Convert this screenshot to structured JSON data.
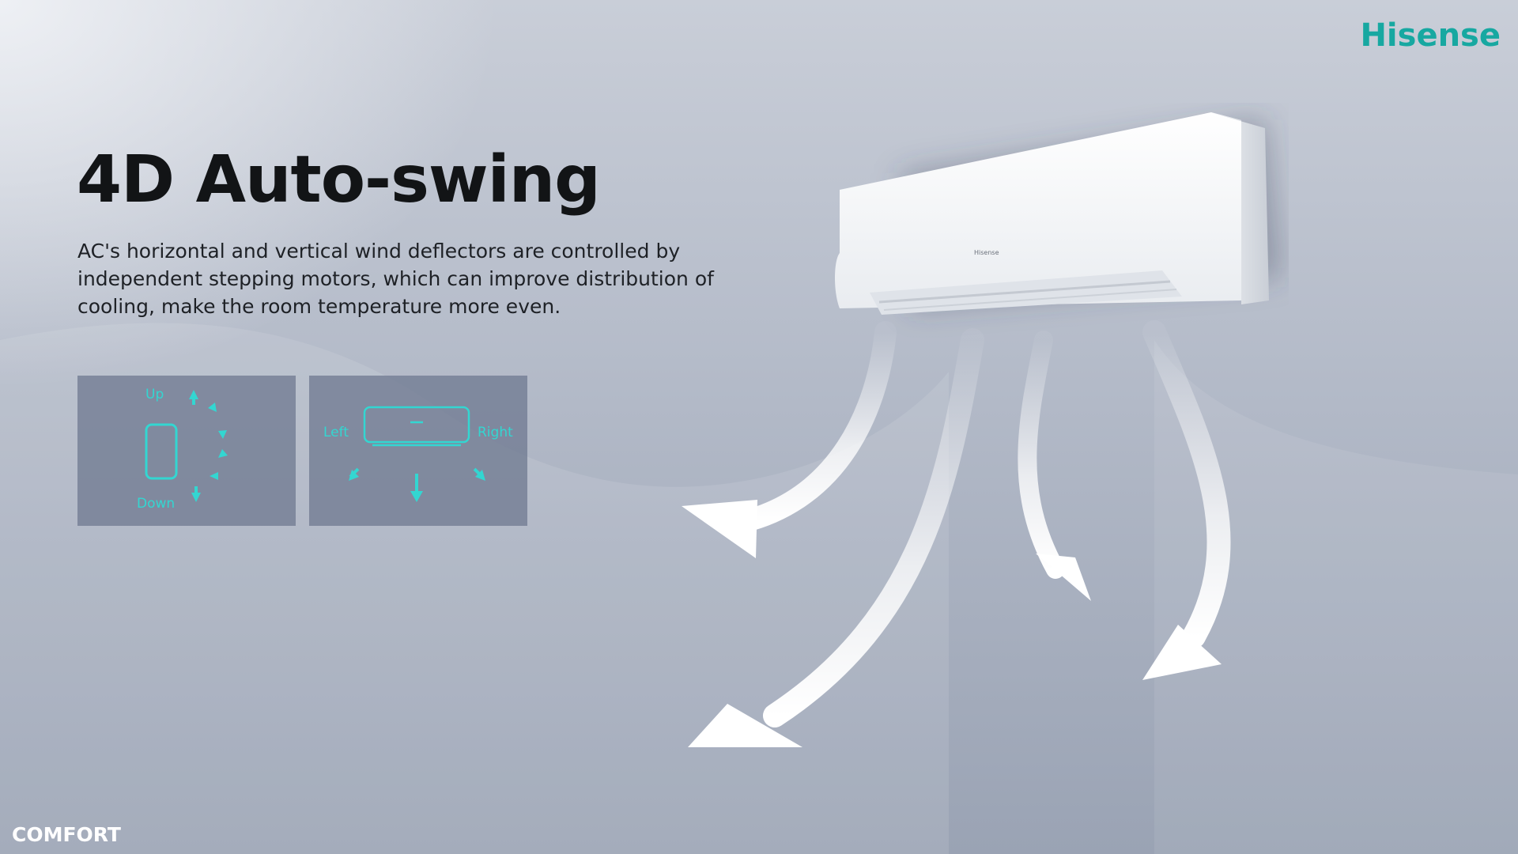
{
  "brand": {
    "logo_text": "Hisense",
    "color": "#17a8a1"
  },
  "headline": "4D Auto-swing",
  "description": "AC's horizontal and vertical wind deflectors are controlled by independent stepping motors, which can improve distribution of cooling, make the room temperature more even.",
  "panels": {
    "vertical": {
      "up_label": "Up",
      "down_label": "Down"
    },
    "horizontal": {
      "left_label": "Left",
      "right_label": "Right"
    },
    "accent_color": "#33d6d1"
  },
  "ac_unit": {
    "brand_mark": "Hisense"
  },
  "section_tag": "COMFORT"
}
